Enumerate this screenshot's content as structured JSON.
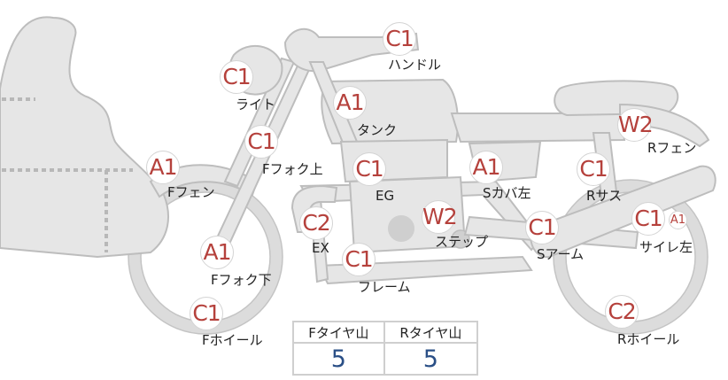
{
  "parts": [
    {
      "id": "handle",
      "label": "ハンドル",
      "grade": "C1"
    },
    {
      "id": "light",
      "label": "ライト",
      "grade": "C1"
    },
    {
      "id": "tank",
      "label": "タンク",
      "grade": "A1"
    },
    {
      "id": "r-fender",
      "label": "Rフェン",
      "grade": "W2"
    },
    {
      "id": "f-fork-upper",
      "label": "Fフォク上",
      "grade": "C1"
    },
    {
      "id": "f-fender",
      "label": "Fフェン",
      "grade": "A1"
    },
    {
      "id": "engine",
      "label": "EG",
      "grade": "C1"
    },
    {
      "id": "side-cover-l",
      "label": "Sカバ左",
      "grade": "A1"
    },
    {
      "id": "r-suspension",
      "label": "Rサス",
      "grade": "C1"
    },
    {
      "id": "exhaust",
      "label": "EX",
      "grade": "C2"
    },
    {
      "id": "step",
      "label": "ステップ",
      "grade": "W2"
    },
    {
      "id": "swing-arm",
      "label": "Sアーム",
      "grade": "C1"
    },
    {
      "id": "muffler-l",
      "label": "サイレ左",
      "grade": "C1",
      "extra_grade": "A1"
    },
    {
      "id": "f-fork-lower",
      "label": "Fフォク下",
      "grade": "A1"
    },
    {
      "id": "frame",
      "label": "フレーム",
      "grade": "C1"
    },
    {
      "id": "f-wheel",
      "label": "Fホイール",
      "grade": "C1"
    },
    {
      "id": "r-wheel",
      "label": "Rホイール",
      "grade": "C2"
    }
  ],
  "tire_table": {
    "front_header": "Fタイヤ山",
    "rear_header": "Rタイヤ山",
    "front_value": "5",
    "rear_value": "5"
  },
  "colors": {
    "grade_text": "#b5413c",
    "tire_value": "#2a4f86",
    "part_fill": "#e6e6e6",
    "part_stroke": "#bdbdbd"
  }
}
